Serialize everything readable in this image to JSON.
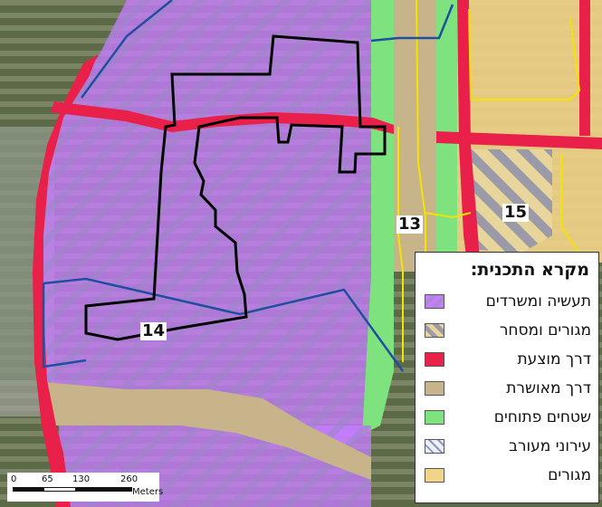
{
  "legend": {
    "title": "מקרא התכנית:",
    "items": [
      {
        "label": "תעשיה ומשרדים",
        "color": "#c77dff"
      },
      {
        "label": "מגורים ומסחר",
        "color": "#b9b9c9"
      },
      {
        "label": "דרך מוצעת",
        "color": "#e8204a"
      },
      {
        "label": "דרך מאושרת",
        "color": "#c8b48a"
      },
      {
        "label": "שטחים פתוחים",
        "color": "#7ee37e"
      },
      {
        "label": "עירוני מעורב",
        "color": "#dde0ee"
      },
      {
        "label": "מגורים",
        "color": "#f2d488"
      }
    ]
  },
  "zones": {
    "z13": "13",
    "z14": "14",
    "z15": "15"
  },
  "scale": {
    "ticks": [
      "0",
      "65",
      "130",
      "260"
    ],
    "unit": "Meters"
  },
  "colors": {
    "industry": "#c77dff",
    "road_proposed": "#e8204a",
    "road_approved": "#c8b48a",
    "open_space": "#7ee37e",
    "residential": "#f2d488",
    "boundary_black": "#000000",
    "boundary_blue": "#1f4fa0",
    "residential_outline": "#f5e300"
  }
}
